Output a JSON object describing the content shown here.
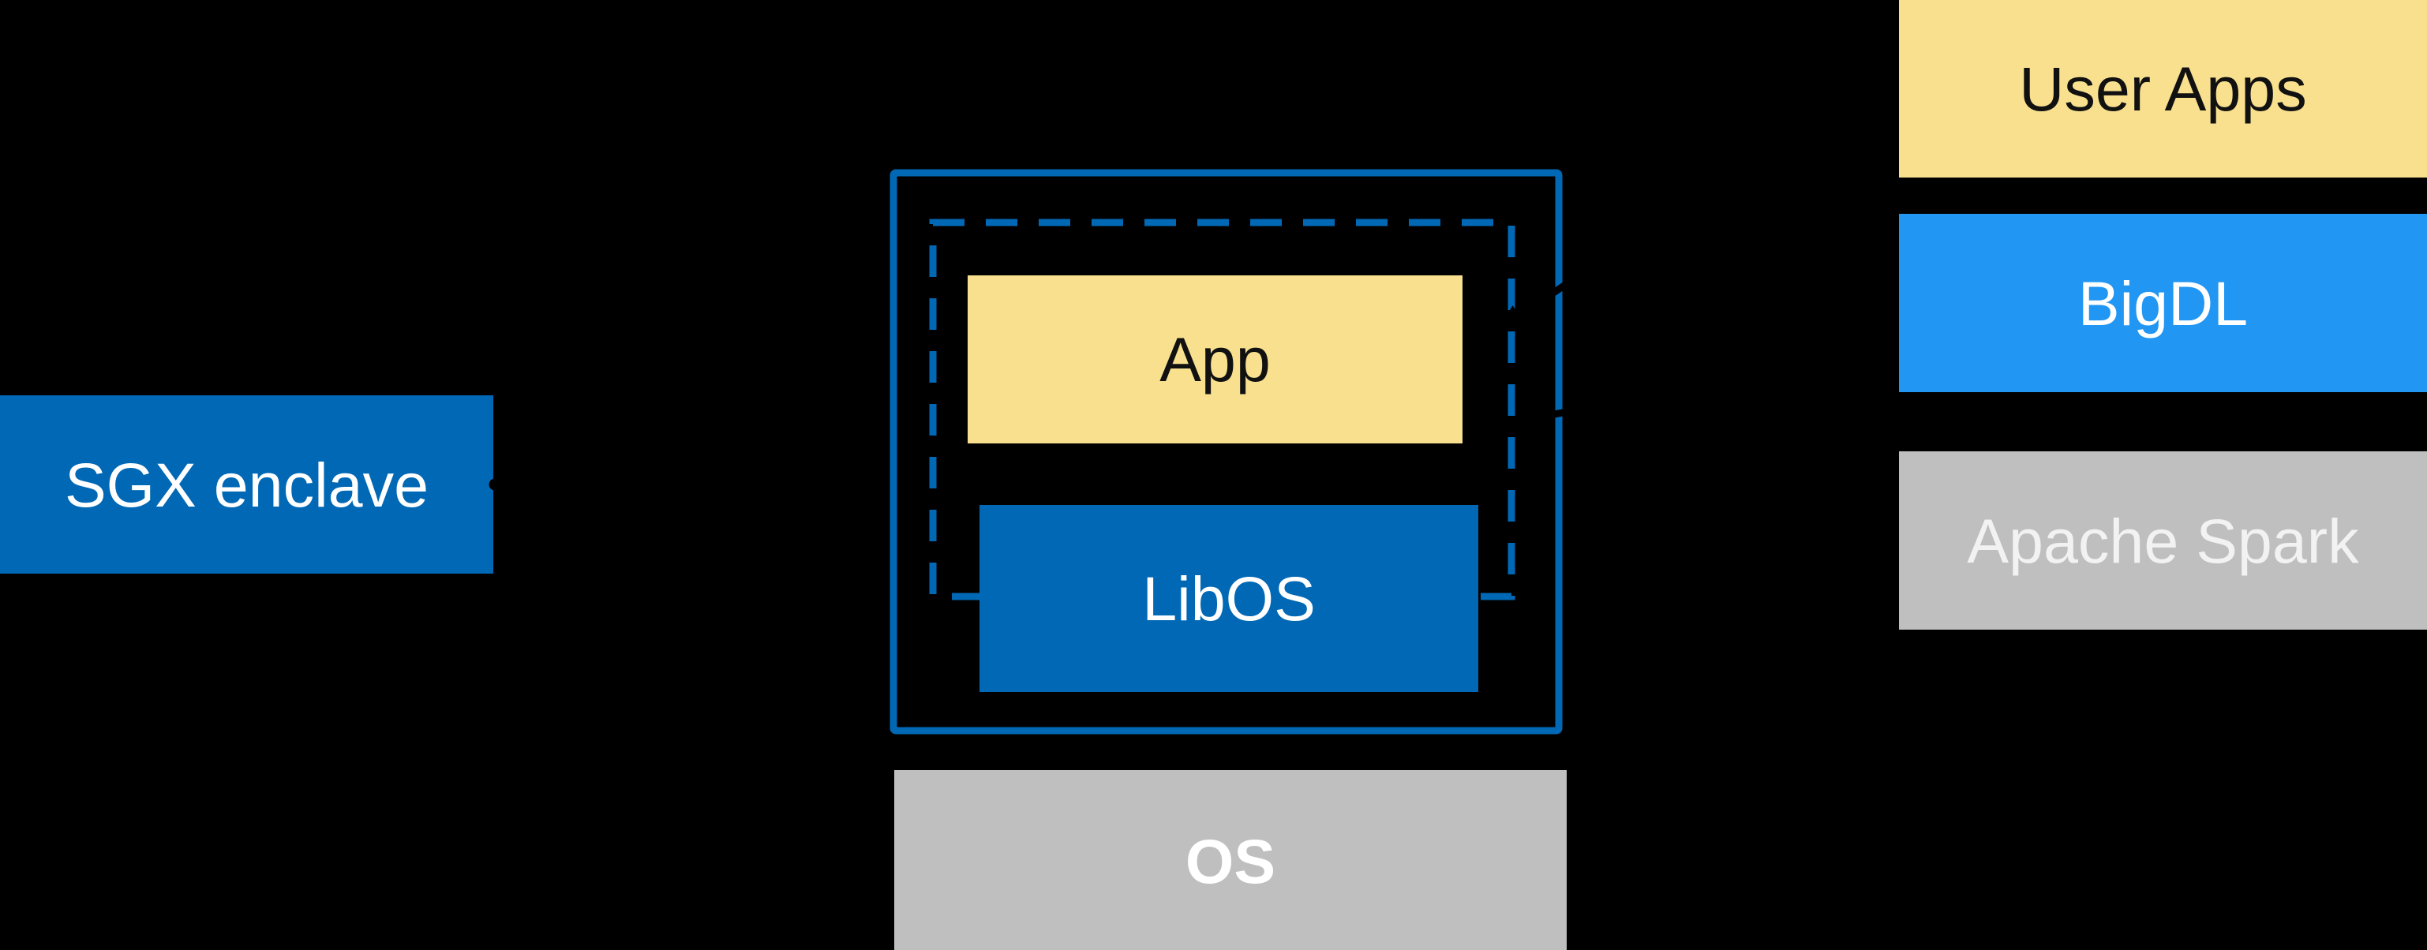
{
  "diagram": {
    "background": "#000000",
    "sgx_enclave": {
      "label": "SGX enclave",
      "fill": "#0068B5",
      "text_color": "#FFFFFF"
    },
    "enclave_container": {
      "outer_border_color": "#0068B5",
      "dashed_border_color": "#0068B5",
      "app": {
        "label": "App",
        "fill": "#F8E08E",
        "text_color": "#111111"
      },
      "libos": {
        "label": "LibOS",
        "fill": "#0068B5",
        "text_color": "#FFFFFF"
      },
      "os": {
        "label": "OS",
        "fill": "#BFBFBF",
        "text_color": "#FFFFFF"
      }
    },
    "software_stack": {
      "user_apps": {
        "label": "User Apps",
        "fill": "#F8E08E",
        "text_color": "#111111"
      },
      "bigdl": {
        "label": "BigDL",
        "fill": "#2196F3",
        "text_color": "#FFFFFF"
      },
      "apache_spark": {
        "label": "Apache Spark",
        "fill": "#BFBFBF",
        "text_color": "#F2F2F2"
      }
    },
    "connectors": {
      "color": "#000000",
      "style": "dotted-and-arrows-on-black-background"
    }
  }
}
